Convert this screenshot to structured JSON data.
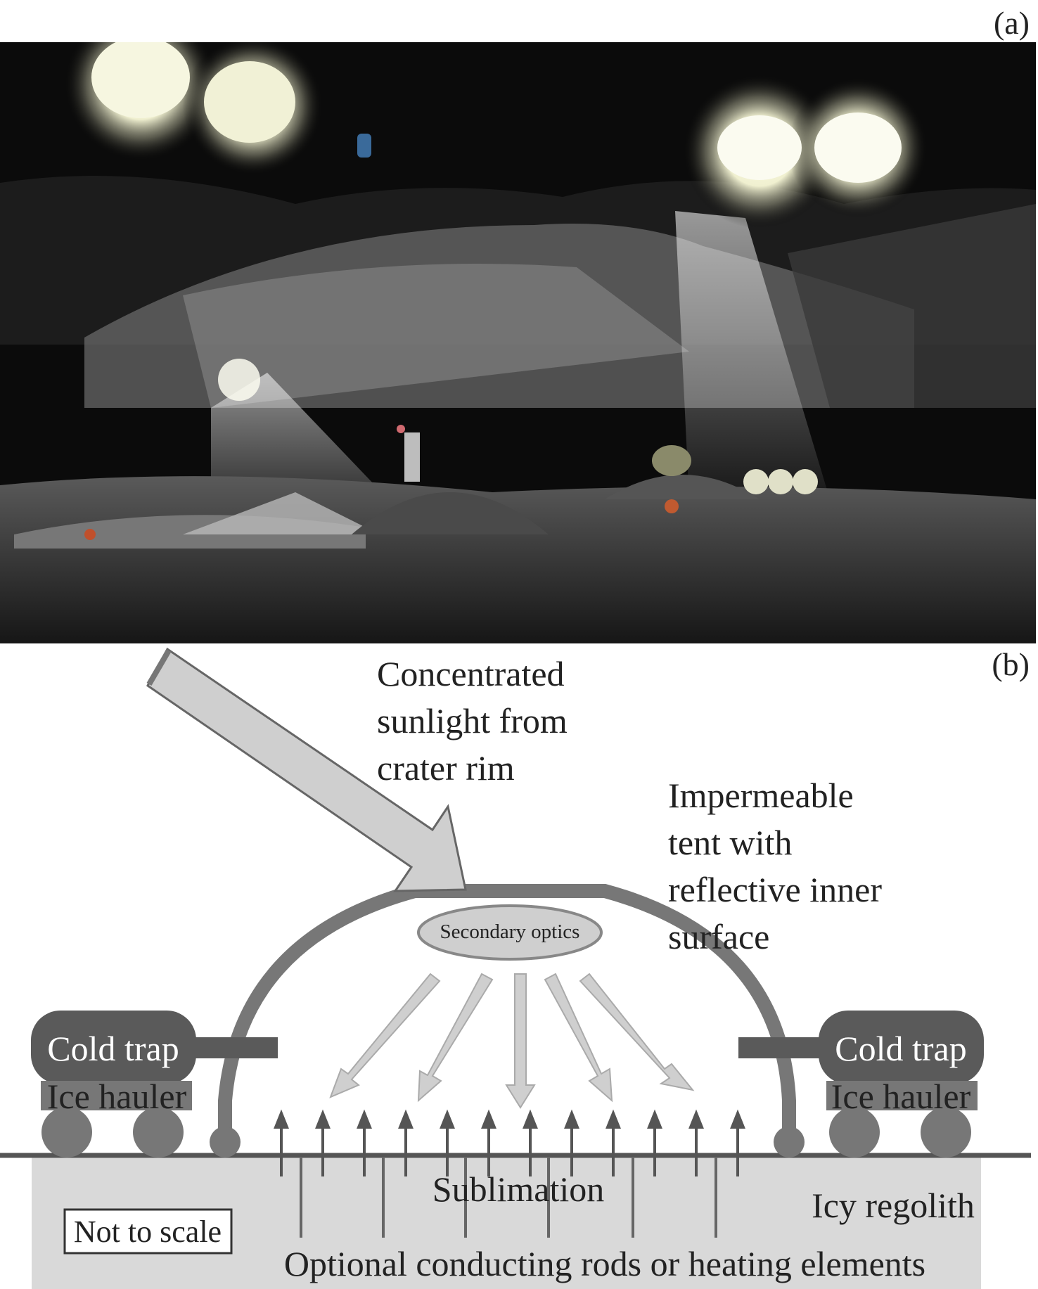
{
  "panels": {
    "a": "(a)",
    "b": "(b)"
  },
  "labels": {
    "concentrated_sunlight": [
      "Concentrated",
      "sunlight from",
      "crater rim"
    ],
    "tent": [
      "Impermeable",
      "tent with",
      "reflective inner",
      "surface"
    ],
    "secondary_optics": "Secondary optics",
    "cold_trap_left": "Cold trap",
    "cold_trap_right": "Cold trap",
    "ice_hauler_left": "Ice hauler",
    "ice_hauler_right": "Ice hauler",
    "sublimation": "Sublimation",
    "icy_regolith": "Icy regolith",
    "not_to_scale": "Not to scale",
    "rods": "Optional conducting rods or heating elements"
  },
  "colors": {
    "ground": "#d9d9d9",
    "tent": "#777777",
    "cold_trap": "#5a5a5a",
    "arrow_fill": "#cfcfcf",
    "night_sky": "#0b0b0b"
  }
}
